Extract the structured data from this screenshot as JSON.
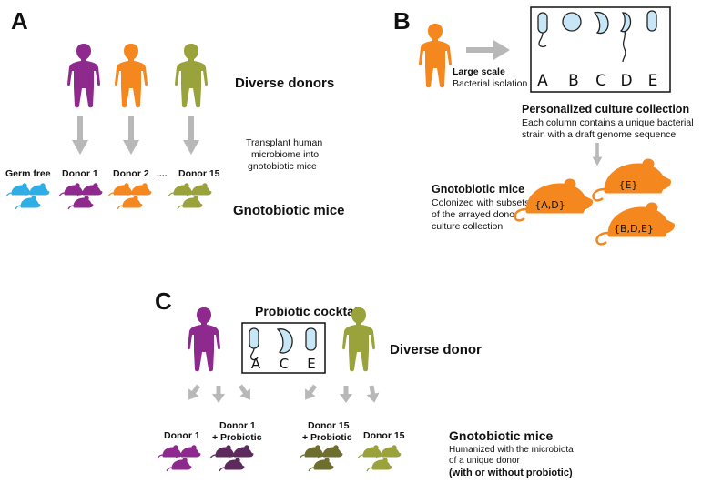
{
  "colors": {
    "purple": "#8e2a8e",
    "orange": "#f5871f",
    "olive": "#9aa33b",
    "blue": "#2eaee4",
    "arrow_gray": "#b8b8b8",
    "cell_fill": "#c7e6f6",
    "dark_purple": "#5c2a5c",
    "dark_olive": "#6e6e2e"
  },
  "panel_a": {
    "letter": "A",
    "diverse_donors": "Diverse donors",
    "transplant_text": [
      "Transplant human",
      "microbiome into",
      "gnotobiotic mice"
    ],
    "groups": {
      "germ_free": "Germ free",
      "donor1": "Donor 1",
      "donor2": "Donor 2",
      "ellipsis": "....",
      "donor15": "Donor 15"
    },
    "gnotobiotic_mice": "Gnotobiotic mice"
  },
  "panel_b": {
    "letter": "B",
    "large_scale": "Large scale",
    "bacterial_isolation": "Bacterial isolation",
    "strain_letters": [
      "A",
      "B",
      "C",
      "D",
      "E"
    ],
    "collection_title": "Personalized culture collection",
    "collection_desc": [
      "Each column contains a unique bacterial",
      "strain with a draft genome sequence"
    ],
    "gnoto_title": "Gnotobiotic mice",
    "gnoto_desc": [
      "Colonized with subsets",
      "of the arrayed donor",
      "culture collection"
    ],
    "mouse_labels": [
      "{E}",
      "{A,D}",
      "{B,D,E}"
    ]
  },
  "panel_c": {
    "letter": "C",
    "cocktail_title": "Probiotic cocktail",
    "cocktail_letters": [
      "A",
      "C",
      "E"
    ],
    "diverse_donor": "Diverse donor",
    "groups": {
      "donor1": "Donor 1",
      "donor1_probiotic_1": "Donor 1",
      "donor1_probiotic_2": "+ Probiotic",
      "donor15_probiotic_1": "Donor 15",
      "donor15_probiotic_2": "+ Probiotic",
      "donor15": "Donor 15"
    },
    "gnoto_title": "Gnotobiotic mice",
    "gnoto_desc": [
      "Humanized with the microbiota",
      "of a unique donor"
    ],
    "gnoto_note": "(with or without probiotic)"
  }
}
